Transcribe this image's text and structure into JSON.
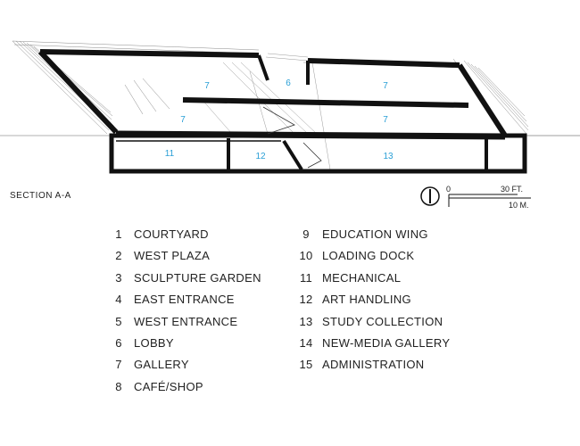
{
  "section_title": "SECTION A-A",
  "scale": {
    "feet": "30 FT.",
    "zero": "0",
    "meters": "10 M."
  },
  "room_labels": [
    "7",
    "6",
    "7",
    "7",
    "7",
    "11",
    "12",
    "13"
  ],
  "legend_left": [
    {
      "num": "1",
      "label": "COURTYARD"
    },
    {
      "num": "2",
      "label": "WEST PLAZA"
    },
    {
      "num": "3",
      "label": "SCULPTURE GARDEN"
    },
    {
      "num": "4",
      "label": "EAST ENTRANCE"
    },
    {
      "num": "5",
      "label": "WEST ENTRANCE"
    },
    {
      "num": "6",
      "label": "LOBBY"
    },
    {
      "num": "7",
      "label": "GALLERY"
    },
    {
      "num": "8",
      "label": "CAFÉ/SHOP"
    }
  ],
  "legend_right": [
    {
      "num": "9",
      "label": "EDUCATION WING"
    },
    {
      "num": "10",
      "label": "LOADING DOCK"
    },
    {
      "num": "11",
      "label": "MECHANICAL"
    },
    {
      "num": "12",
      "label": "ART HANDLING"
    },
    {
      "num": "13",
      "label": "STUDY COLLECTION"
    },
    {
      "num": "14",
      "label": "NEW-MEDIA GALLERY"
    },
    {
      "num": "15",
      "label": "ADMINISTRATION"
    }
  ],
  "colors": {
    "room_label": "#2a9fd6",
    "wall": "#111111",
    "fine_line": "#888888"
  }
}
